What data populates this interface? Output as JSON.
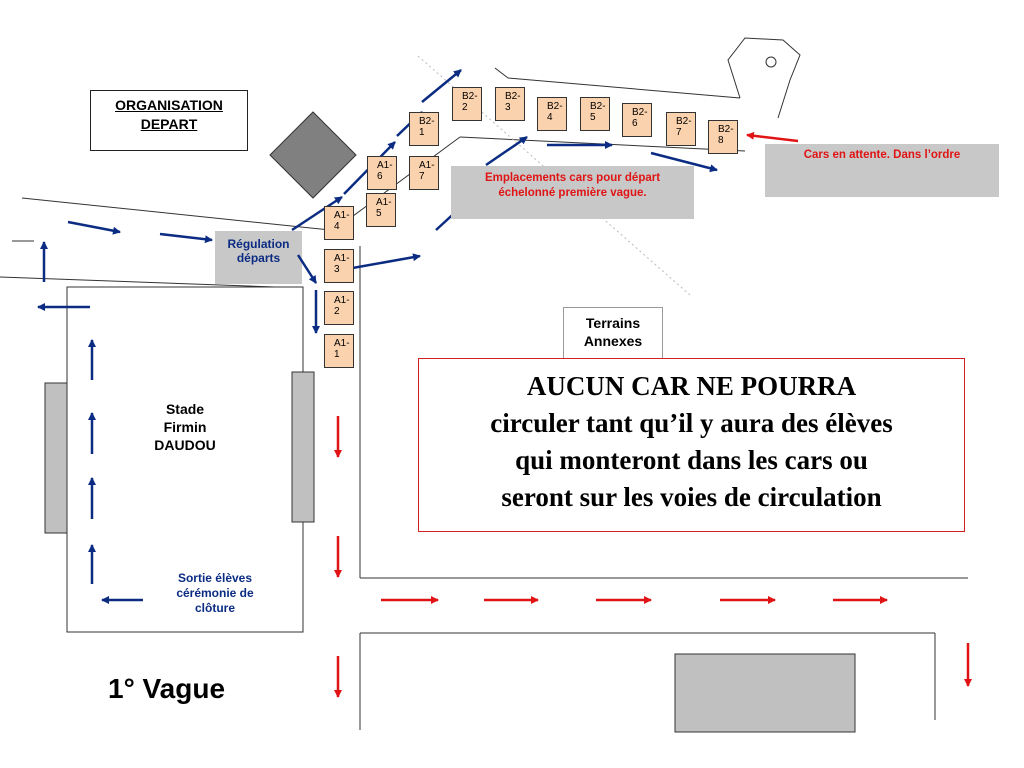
{
  "title": {
    "line1": "ORGANISATION",
    "line2": "DEPART"
  },
  "labels": {
    "regulation_line1": "Régulation",
    "regulation_line2": "départs",
    "emplacements_line1": "Emplacements cars pour départ",
    "emplacements_line2": "échelonné première vague.",
    "attente": "Cars en attente. Dans l’ordre",
    "stade_line1": "Stade",
    "stade_line2": "Firmin",
    "stade_line3": "DAUDOU",
    "sortie_line1": "Sortie élèves",
    "sortie_line2": "cérémonie de",
    "sortie_line3": "clôture",
    "terrains_line1": "Terrains",
    "terrains_line2": "Annexes",
    "wave": "1° Vague"
  },
  "warning": {
    "line1": "AUCUN CAR NE POURRA",
    "line2": "circuler tant qu’il y aura des élèves",
    "line3": "qui monteront dans les cars ou",
    "line4": "seront sur les voies de circulation"
  },
  "buses": [
    {
      "id": "A1-1",
      "label": "A1-\n1"
    },
    {
      "id": "A1-2",
      "label": "A1-\n2"
    },
    {
      "id": "A1-3",
      "label": "A1-\n3"
    },
    {
      "id": "A1-4",
      "label": "A1-\n4"
    },
    {
      "id": "A1-5",
      "label": "A1-\n5"
    },
    {
      "id": "A1-6",
      "label": "A1-\n6"
    },
    {
      "id": "A1-7",
      "label": "A1-\n7"
    },
    {
      "id": "B2-1",
      "label": "B2-\n1"
    },
    {
      "id": "B2-2",
      "label": "B2-\n2"
    },
    {
      "id": "B2-3",
      "label": "B2-\n3"
    },
    {
      "id": "B2-4",
      "label": "B2-\n4"
    },
    {
      "id": "B2-5",
      "label": "B2-\n5"
    },
    {
      "id": "B2-6",
      "label": "B2-\n6"
    },
    {
      "id": "B2-7",
      "label": "B2-\n7"
    },
    {
      "id": "B2-8",
      "label": "B2-\n8"
    }
  ],
  "colors": {
    "bus_fill": "#fbd2ae",
    "blue_arrow": "#0b2c82",
    "red_arrow": "#e01414",
    "grey_zone": "#c8c8c8",
    "building": "#808080"
  }
}
